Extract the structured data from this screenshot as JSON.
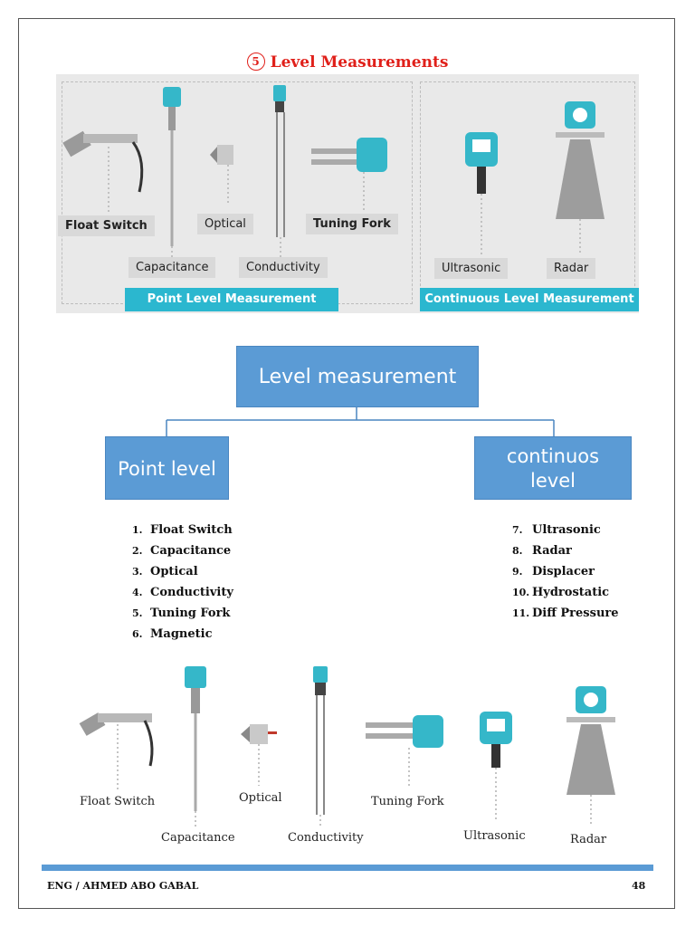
{
  "page": {
    "section_number": "5",
    "section_title": "Level Measurements",
    "footer_author": "ENG / AHMED ABO GABAL",
    "page_number": "48"
  },
  "panel": {
    "point_labels": [
      "Float Switch",
      "Capacitance",
      "Optical",
      "Conductivity",
      "Tuning Fork"
    ],
    "continuous_labels": [
      "Ultrasonic",
      "Radar"
    ],
    "point_band": "Point Level Measurement",
    "continuous_band": "Continuous Level Measurement"
  },
  "diagram": {
    "root": "Level measurement",
    "left": "Point level",
    "right": "continuos level"
  },
  "lists": {
    "point": [
      {
        "n": "1.",
        "t": "Float Switch"
      },
      {
        "n": "2.",
        "t": "Capacitance"
      },
      {
        "n": "3.",
        "t": "Optical"
      },
      {
        "n": "4.",
        "t": "Conductivity"
      },
      {
        "n": "5.",
        "t": "Tuning Fork"
      },
      {
        "n": "6.",
        "t": "Magnetic"
      }
    ],
    "continuous": [
      {
        "n": "7.",
        "t": "Ultrasonic"
      },
      {
        "n": "8.",
        "t": "Radar"
      },
      {
        "n": "9.",
        "t": "Displacer"
      },
      {
        "n": "10.",
        "t": "Hydrostatic"
      },
      {
        "n": "11.",
        "t": "Diff Pressure"
      }
    ]
  },
  "bottom_labels": [
    "Float Switch",
    "Capacitance",
    "Optical",
    "Conductivity",
    "Tuning Fork",
    "Ultrasonic",
    "Radar"
  ],
  "colors": {
    "title_red": "#e0201a",
    "box_blue": "#5b9bd5",
    "band_cyan": "#2bb7cf",
    "device_teal": "#35b7c9"
  }
}
